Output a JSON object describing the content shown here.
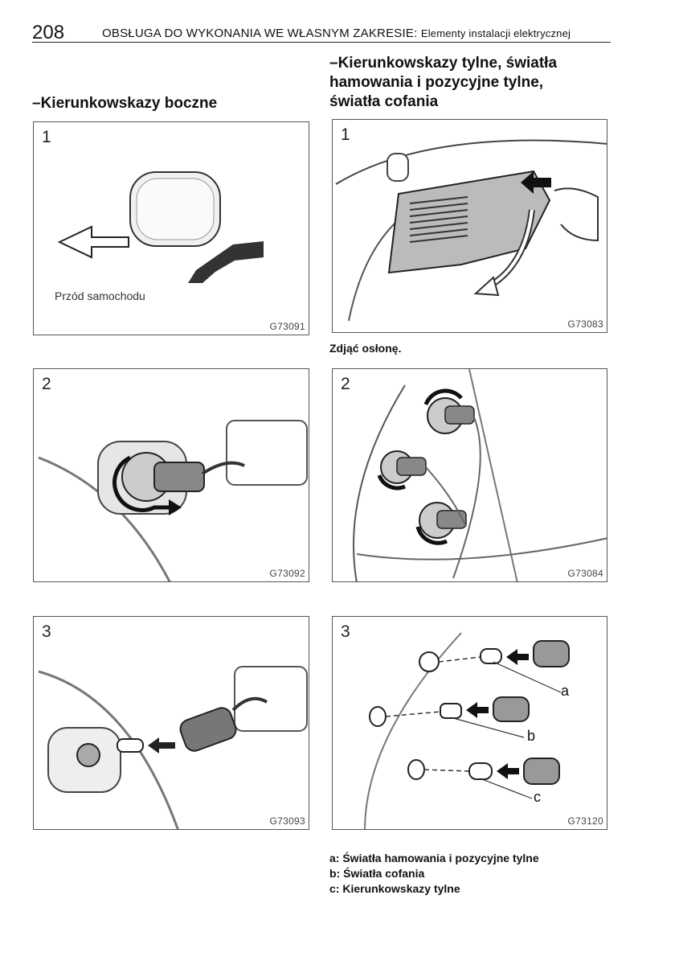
{
  "header": {
    "page_number": "208",
    "section": "OBSŁUGA DO WYKONANIA WE WŁASNYM ZAKRESIE:",
    "subsection": "Elementy instalacji elektrycznej"
  },
  "left_column": {
    "heading": "–Kierunkowskazy boczne",
    "figures": [
      {
        "step": "1",
        "code": "G73091",
        "label": "Przód samochodu"
      },
      {
        "step": "2",
        "code": "G73092"
      },
      {
        "step": "3",
        "code": "G73093"
      }
    ]
  },
  "right_column": {
    "heading_lines": [
      "–Kierunkowskazy tylne, światła",
      "hamowania i pozycyjne tylne,",
      "światła cofania"
    ],
    "figures": [
      {
        "step": "1",
        "code": "G73083",
        "caption": "Zdjąć osłonę."
      },
      {
        "step": "2",
        "code": "G73084"
      },
      {
        "step": "3",
        "code": "G73120",
        "callouts": [
          "a",
          "b",
          "c"
        ]
      }
    ],
    "legend": [
      "a: Światła hamowania i pozycyjne tylne",
      "b: Światła cofania",
      "c: Kierunkowskazy tylne"
    ]
  }
}
